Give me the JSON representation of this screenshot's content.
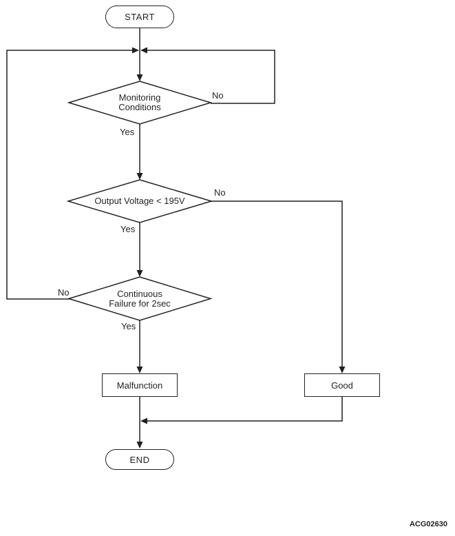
{
  "figure_code": "ACG02630",
  "colors": {
    "line": "#231f20",
    "background": "#ffffff"
  },
  "nodes": {
    "start": {
      "type": "terminator",
      "label": "START"
    },
    "monitoring": {
      "type": "decision",
      "line1": "Monitoring",
      "line2": "Conditions"
    },
    "voltage": {
      "type": "decision",
      "label": "Output Voltage < 195V"
    },
    "continuous": {
      "type": "decision",
      "line1": "Continuous",
      "line2": "Failure for 2sec"
    },
    "malfunction": {
      "type": "process",
      "label": "Malfunction"
    },
    "good": {
      "type": "process",
      "label": "Good"
    },
    "end": {
      "type": "terminator",
      "label": "END"
    }
  },
  "edge_labels": {
    "monitoring_no": "No",
    "monitoring_yes": "Yes",
    "voltage_no": "No",
    "voltage_yes": "Yes",
    "continuous_no": "No",
    "continuous_yes": "Yes"
  },
  "edges": [
    {
      "from": "START",
      "to": "Monitoring Conditions",
      "label": ""
    },
    {
      "from": "Monitoring Conditions",
      "to": "junction before Monitoring Conditions",
      "label": "No"
    },
    {
      "from": "Monitoring Conditions",
      "to": "Output Voltage < 195V",
      "label": "Yes"
    },
    {
      "from": "Output Voltage < 195V",
      "to": "Good",
      "label": "No"
    },
    {
      "from": "Output Voltage < 195V",
      "to": "Continuous Failure for 2sec",
      "label": "Yes"
    },
    {
      "from": "Continuous Failure for 2sec",
      "to": "junction before Monitoring Conditions",
      "label": "No"
    },
    {
      "from": "Continuous Failure for 2sec",
      "to": "Malfunction",
      "label": "Yes"
    },
    {
      "from": "Malfunction",
      "to": "END",
      "label": ""
    },
    {
      "from": "Good",
      "to": "END",
      "label": ""
    }
  ]
}
